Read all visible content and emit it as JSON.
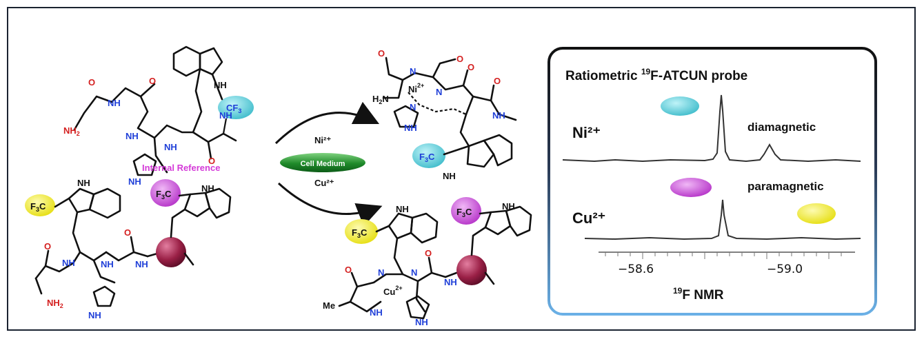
{
  "colors": {
    "cf3_highlight_cyan": "#4ec9d6",
    "cf3_highlight_magenta": "#c94ad8",
    "cf3_highlight_yellow": "#f0ec1a",
    "cell_medium_green": "#1f8a2a",
    "internal_reference_text": "#d43ad8",
    "amino_sphere": "#8c1c3e",
    "probe_box_border_top": "#111111",
    "probe_box_border_bottom": "#5aa0d8"
  },
  "arrows": {
    "top_reagent": "Ni²⁺",
    "middle_label": "Cell Medium",
    "bottom_reagent": "Cu²⁺"
  },
  "molecule_labels": {
    "cf3": "CF",
    "cf3_sub": "3",
    "f3c": "F",
    "f3c_sub": "3",
    "f3c_c": "C",
    "internal_reference": "Internal Reference",
    "nh2": "NH",
    "nh2_sub": "2",
    "h2n": "H",
    "h2n_sub": "2",
    "h2n_n": "N",
    "nh": "NH",
    "n": "N",
    "o": "O",
    "me": "Me",
    "ni_center": "Ni",
    "ni_charge": "2+",
    "cu_center": "Cu",
    "cu_charge": "2+"
  },
  "probe_panel": {
    "title_pre": "Ratiometric ",
    "title_sup": "19",
    "title_post": "F-ATCUN probe",
    "ni_label": "Ni²⁺",
    "ni_state": "diamagnetic",
    "cu_label": "Cu²⁺",
    "cu_state": "paramagnetic",
    "tick_left": "−58.6",
    "tick_right": "−59.0",
    "axis_sup": "19",
    "axis_label": "F NMR"
  }
}
